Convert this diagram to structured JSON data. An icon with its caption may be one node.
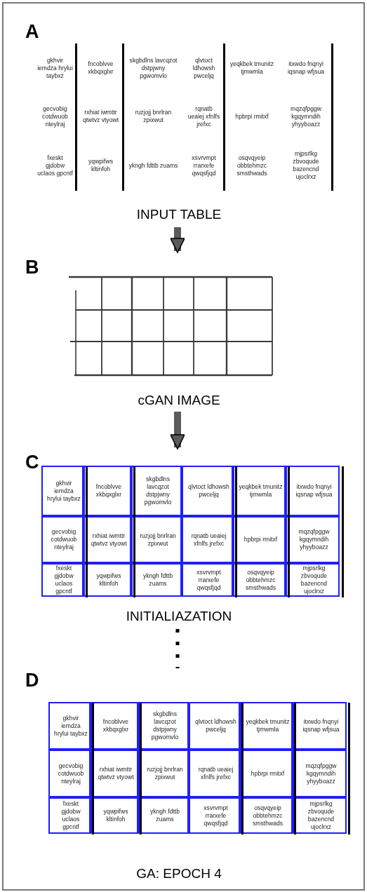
{
  "diagram": {
    "nodes": [
      {
        "text": [
          "A",
          "INPUT TABLE"
        ]
      },
      {
        "text": [
          "B",
          "cGAN IMAGE"
        ]
      },
      {
        "text": [
          "C",
          "INITIALIAZATION"
        ]
      },
      {
        "text": [
          "D",
          "GA: EPOCH 4"
        ]
      }
    ],
    "edges": [
      {
        "from": 0,
        "to": 1,
        "arrow": "to"
      },
      {
        "from": 1,
        "to": 2,
        "arrow": "to"
      },
      {
        "from": 2,
        "to": 3,
        "arrow": "none",
        "style": "dashed"
      }
    ],
    "labels": [
      "gkhvir iemdza hrylui taybxz",
      "fncoblvve xkbqxglxr",
      "skgbdlns lavcqzot dstpjwny pgwomvlo",
      "qlvtoct ldhowsh pwceljq",
      "yeqkbek tmunitz tjmwmla",
      "itxwdo fnqnyi iqsnap wfjsua",
      "gecvobig cotdwuob nteylraj",
      "rxhiat iwmttr qtwtvz vtyowt",
      "ruzjojj bnrlran zpixwut",
      "rqnatb ueaiej xfnlfs jrefxc",
      "hpbrpi rmitxf",
      "mqzqfpggw kgqymndih yhyyboazz",
      "fxeskt gjdobw uclaos gpcntf",
      "yqwpifws kltinfoh",
      "ykngh fdttb zuams",
      "xsvrvmpt rrarxefe qwqsfjqd",
      "osqvqyeip obbtehmzc smsthwads",
      "mjpsrlkg zbvoqude bazencnd ujoclrxz",
      "gkhvir iemdza hrylui taybxz",
      "fncoblvve xkbqxglxr",
      "skgbdlns lavcqzot dstpjwny pgwomvlo",
      "qlvtoct ldhowsh pwceljq",
      "yeqkbek tmunitz tjmwmla",
      "itxwdo fnqnyi iqsnap wfjsua",
      "gecvobig cotdwuob nteylraj",
      "rxhiat iwmttr qtwtvz vtyowt",
      "ruzjojj bnrlran zpixwut",
      "rqnatb ueaiej xfnlfs jrefxc",
      "hpbrpi rmitxf",
      "mqzqfpggw kgqymndih yhyyboazz",
      "fxeskt gjdobw uclaos gpcntf",
      "yqwpifws kltinfoh",
      "ykngh fdttb zuams",
      "xsvrvmpt rrarxefe qwqsfjqd",
      "osqvqyeip obbtehmzc smsthwads",
      "mjpsrlkg zbvoqude bazencnd ujoclrxz",
      "gkhvir iemdza hrylui taybxz",
      "fncoblvve xkbqxglxr",
      "skgbdlns lavcqzot dstpjwny pgwomvlo",
      "qlvtoct ldhowsh pwceljq",
      "yeqkbek tmunitz tjmwmla",
      "itxwdo fnqnyi iqsnap wfjsua",
      "gecvobig cotdwuob nteylraj",
      "rxhiat iwmttr qtwtvz vtyowt",
      "ruzjojj bnrlran zpixwut",
      "rqnatb ueaiej xfnlfs jrefxc",
      "hpbrpi rmitxf",
      "mqzqfpggw kgqymndih yhyyboazz",
      "fxeskt gjdobw uclaos gpcntf",
      "yqwpifws kltinfoh",
      "ykngh fdttb zuams",
      "xsvrvmpt rrarxefe qwqsfjqd",
      "osqvqyeip obbtehmzc smsthwads",
      "mjpsrlkg zbvoqude bazencnd ujoclrxz"
    ]
  }
}
